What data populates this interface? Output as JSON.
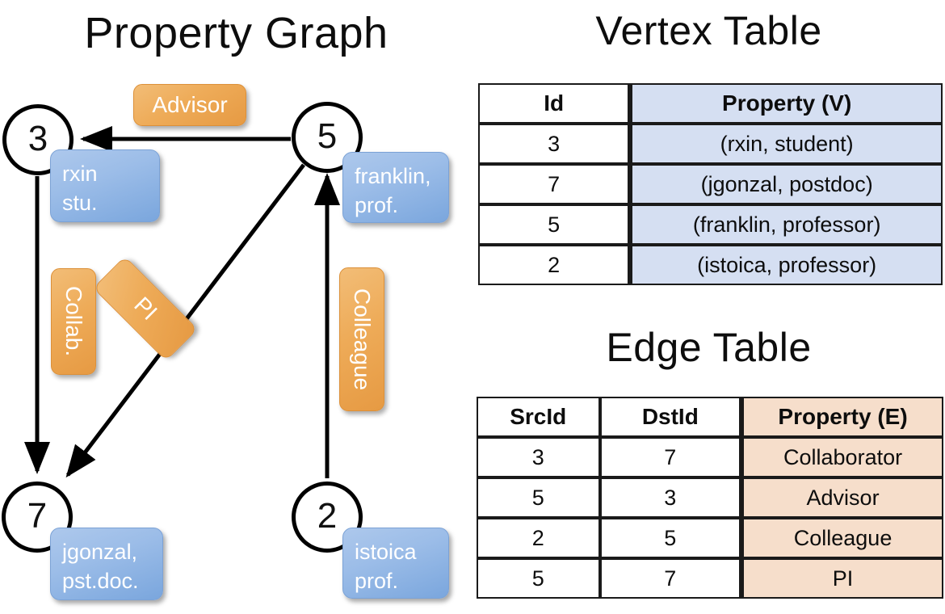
{
  "titles": {
    "property_graph": "Property Graph",
    "vertex_table": "Vertex Table",
    "edge_table": "Edge Table"
  },
  "graph": {
    "nodes": [
      {
        "id": "3",
        "property": "rxin\nstu."
      },
      {
        "id": "5",
        "property": "franklin,\nprof."
      },
      {
        "id": "7",
        "property": "jgonzal,\npst.doc."
      },
      {
        "id": "2",
        "property": "istoica\nprof."
      }
    ],
    "node_labels": {
      "n3": "3",
      "n5": "5",
      "n7": "7",
      "n2": "2"
    },
    "property_boxes": {
      "rxin_line1": "rxin",
      "rxin_line2": "stu.",
      "franklin_line1": "franklin,",
      "franklin_line2": "prof.",
      "jgonzal_line1": "jgonzal,",
      "jgonzal_line2": "pst.doc.",
      "istoica_line1": "istoica",
      "istoica_line2": "prof."
    },
    "edge_labels": {
      "advisor": "Advisor",
      "collab": "Collab.",
      "pi": "PI",
      "colleague": "Colleague"
    },
    "edges": [
      {
        "src": "5",
        "dst": "3",
        "label": "Advisor"
      },
      {
        "src": "3",
        "dst": "7",
        "label": "Collab."
      },
      {
        "src": "5",
        "dst": "7",
        "label": "PI"
      },
      {
        "src": "2",
        "dst": "5",
        "label": "Colleague"
      }
    ]
  },
  "vertex_table": {
    "headers": [
      "Id",
      "Property (V)"
    ],
    "rows": [
      {
        "id": "3",
        "property": "(rxin, student)"
      },
      {
        "id": "7",
        "property": "(jgonzal, postdoc)"
      },
      {
        "id": "5",
        "property": "(franklin, professor)"
      },
      {
        "id": "2",
        "property": "(istoica, professor)"
      }
    ]
  },
  "edge_table": {
    "headers": [
      "SrcId",
      "DstId",
      "Property (E)"
    ],
    "rows": [
      {
        "src": "3",
        "dst": "7",
        "property": "Collaborator"
      },
      {
        "src": "5",
        "dst": "3",
        "property": "Advisor"
      },
      {
        "src": "2",
        "dst": "5",
        "property": "Colleague"
      },
      {
        "src": "5",
        "dst": "7",
        "property": "PI"
      }
    ]
  },
  "colors": {
    "vertex_property_cell": "#d5dff2",
    "edge_property_cell": "#f6decb",
    "node_box_blue": "#9cbde8",
    "edge_label_orange": "#eeab58",
    "stroke": "#000000"
  }
}
